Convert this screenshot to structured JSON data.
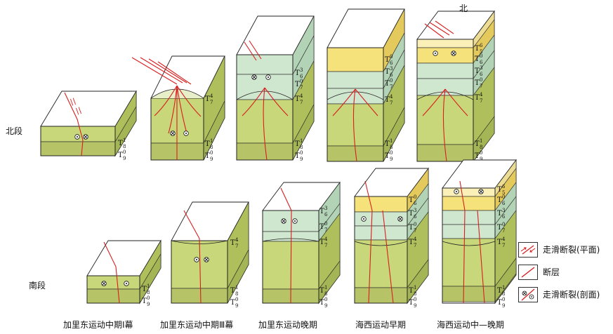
{
  "direction_label": "北",
  "row_labels": {
    "north": "北段",
    "south": "南段"
  },
  "stage_labels": [
    "加里东运动中期Ⅰ幕",
    "加里东运动中期Ⅲ幕",
    "加里东运动晚期",
    "海西运动早期",
    "海西运动中—晚期"
  ],
  "horizons": {
    "T8_1": {
      "main": "T",
      "sup": "1",
      "sub": "8"
    },
    "T9_0": {
      "main": "T",
      "sup": "0",
      "sub": "9"
    },
    "T7_4": {
      "main": "T",
      "sup": "4",
      "sub": "7"
    },
    "T7_0": {
      "main": "T",
      "sup": "0",
      "sub": "7"
    },
    "T6_3": {
      "main": "T",
      "sup": "3",
      "sub": "6"
    },
    "T6_0": {
      "main": "T",
      "sup": "0",
      "sub": "6"
    },
    "T5_6": {
      "main": "T",
      "sup": "6",
      "sub": "5"
    }
  },
  "legend": [
    {
      "icon": "strike-slip-plan-icon",
      "label": "走滑断裂(平面)"
    },
    {
      "icon": "fault-icon",
      "label": "断层"
    },
    {
      "icon": "strike-slip-section-icon",
      "label": "走滑断裂(剖面)"
    }
  ],
  "colors": {
    "green": "#c7d77a",
    "green_dark": "#aebf5c",
    "green_band": "#b6c467",
    "teal": "#cfe6cf",
    "teal_dark": "#b3d3b6",
    "yellow": "#f6e27a",
    "yellow_pale": "#fbf0b8",
    "fault": "#d81e1e",
    "top_face": "#ffffff"
  }
}
